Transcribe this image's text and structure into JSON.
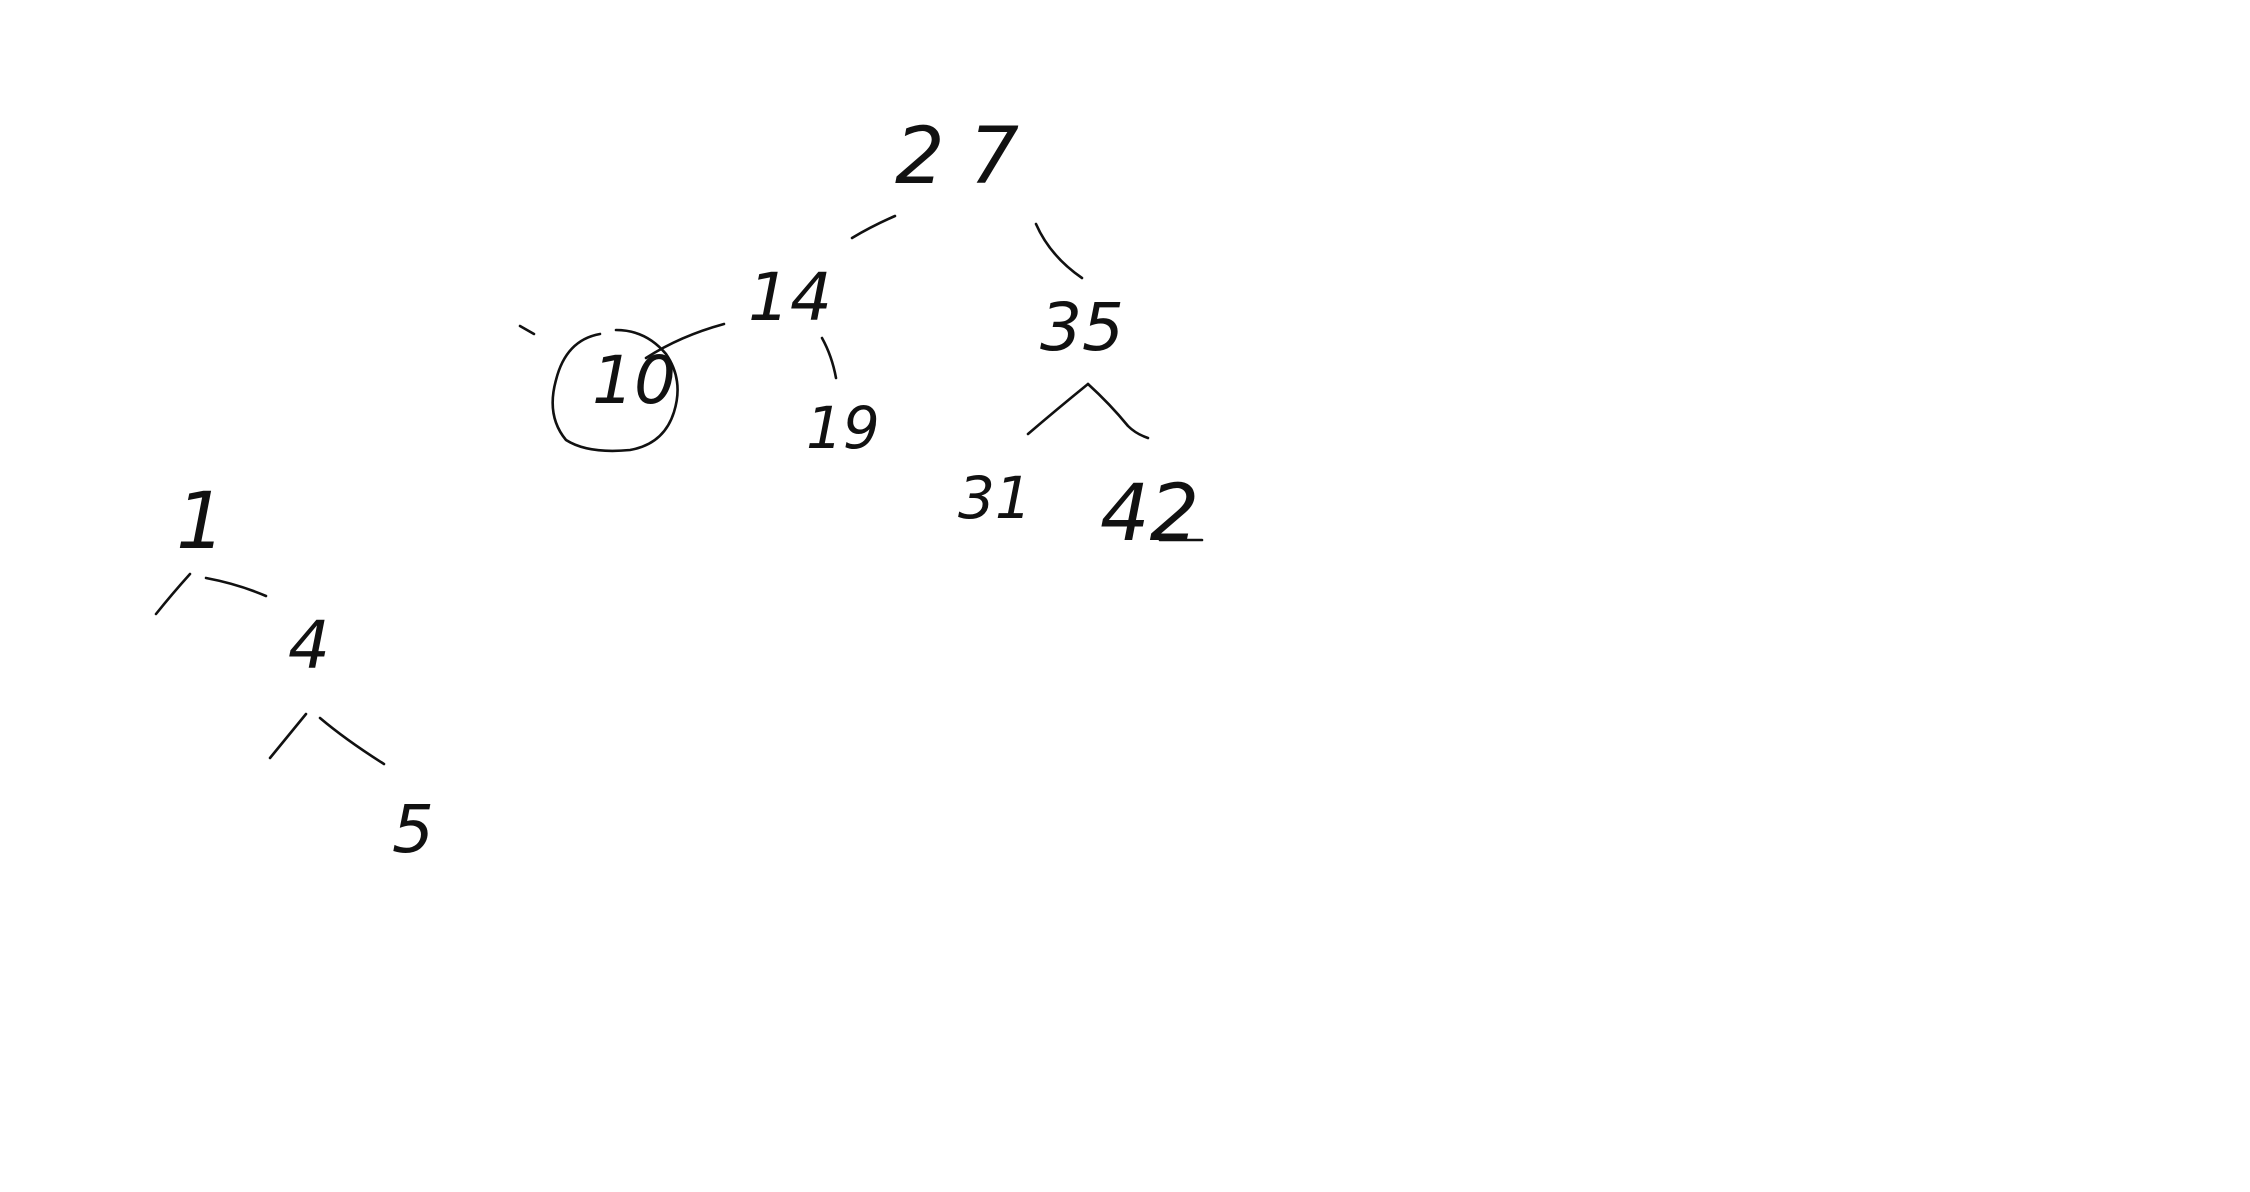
{
  "diagram": {
    "type": "binary-search-trees",
    "stroke_color": "#111111",
    "background_color": "#ffffff",
    "trees": [
      {
        "nodes": [
          {
            "id": "n27",
            "label": "2 7"
          },
          {
            "id": "n14",
            "label": "14"
          },
          {
            "id": "n35",
            "label": "35"
          },
          {
            "id": "n10",
            "label": "10",
            "highlighted": true
          },
          {
            "id": "n19",
            "label": "19"
          },
          {
            "id": "n31",
            "label": "31"
          },
          {
            "id": "n42",
            "label": "42"
          }
        ],
        "edges": [
          {
            "from": "n27",
            "to": "n14"
          },
          {
            "from": "n27",
            "to": "n35"
          },
          {
            "from": "n14",
            "to": "n10"
          },
          {
            "from": "n14",
            "to": "n19"
          },
          {
            "from": "n35",
            "to": "n31"
          },
          {
            "from": "n35",
            "to": "n42"
          }
        ]
      },
      {
        "nodes": [
          {
            "id": "n1",
            "label": "1"
          },
          {
            "id": "n4",
            "label": "4"
          },
          {
            "id": "n5",
            "label": "5"
          }
        ],
        "edges": [
          {
            "from": "n1",
            "to": "n4"
          },
          {
            "from": "n4",
            "to": "n5"
          }
        ]
      }
    ]
  }
}
